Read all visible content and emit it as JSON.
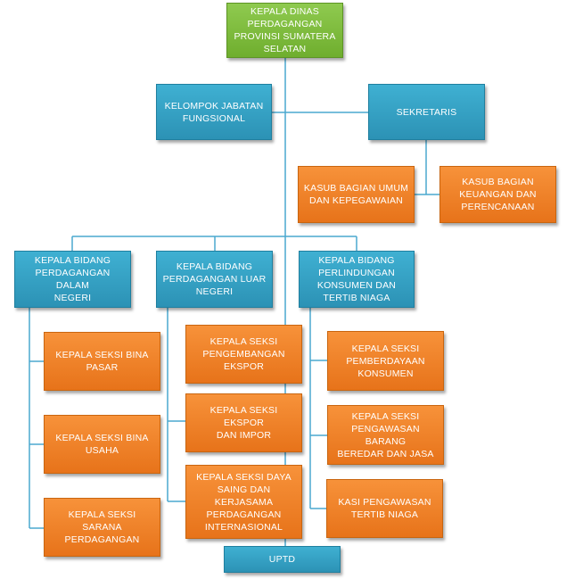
{
  "org_chart": {
    "head": "KEPALA DINAS\nPERDAGANGAN\nPROVINSI SUMATERA\nSELATAN",
    "functional_group": "KELOMPOK JABATAN\nFUNGSIONAL",
    "secretary": "SEKRETARIS",
    "sub_general": "KASUB BAGIAN UMUM\nDAN KEPEGAWAIAN",
    "sub_finance": "KASUB BAGIAN\nKEUANGAN DAN\nPERENCANAAN",
    "div_domestic": "KEPALA BIDANG\nPERDAGANGAN DALAM\nNEGERI",
    "div_foreign": "KEPALA BIDANG\nPERDAGANGAN LUAR\nNEGERI",
    "div_consumer": "KEPALA BIDANG\nPERLINDUNGAN\nKONSUMEN DAN\nTERTIB NIAGA",
    "sec_market": "KEPALA SEKSI BINA\nPASAR",
    "sec_business": "KEPALA SEKSI BINA\nUSAHA",
    "sec_facility": "KEPALA SEKSI SARANA\nPERDAGANGAN",
    "sec_export_dev": "KEPALA SEKSI\nPENGEMBANGAN\nEKSPOR",
    "sec_export_import": "KEPALA SEKSI EKSPOR\nDAN IMPOR",
    "sec_competitiveness": "KEPALA SEKSI DAYA\nSAING DAN KERJASAMA\nPERDAGANGAN\nINTERNASIONAL",
    "sec_empowerment": "KEPALA SEKSI\nPEMBERDAYAAN\nKONSUMEN",
    "sec_goods_supervision": "KEPALA SEKSI\nPENGAWASAN BARANG\nBEREDAR DAN JASA",
    "sec_trade_order": "KASI PENGAWASAN\nTERTIB NIAGA",
    "uptd": "UPTD"
  }
}
